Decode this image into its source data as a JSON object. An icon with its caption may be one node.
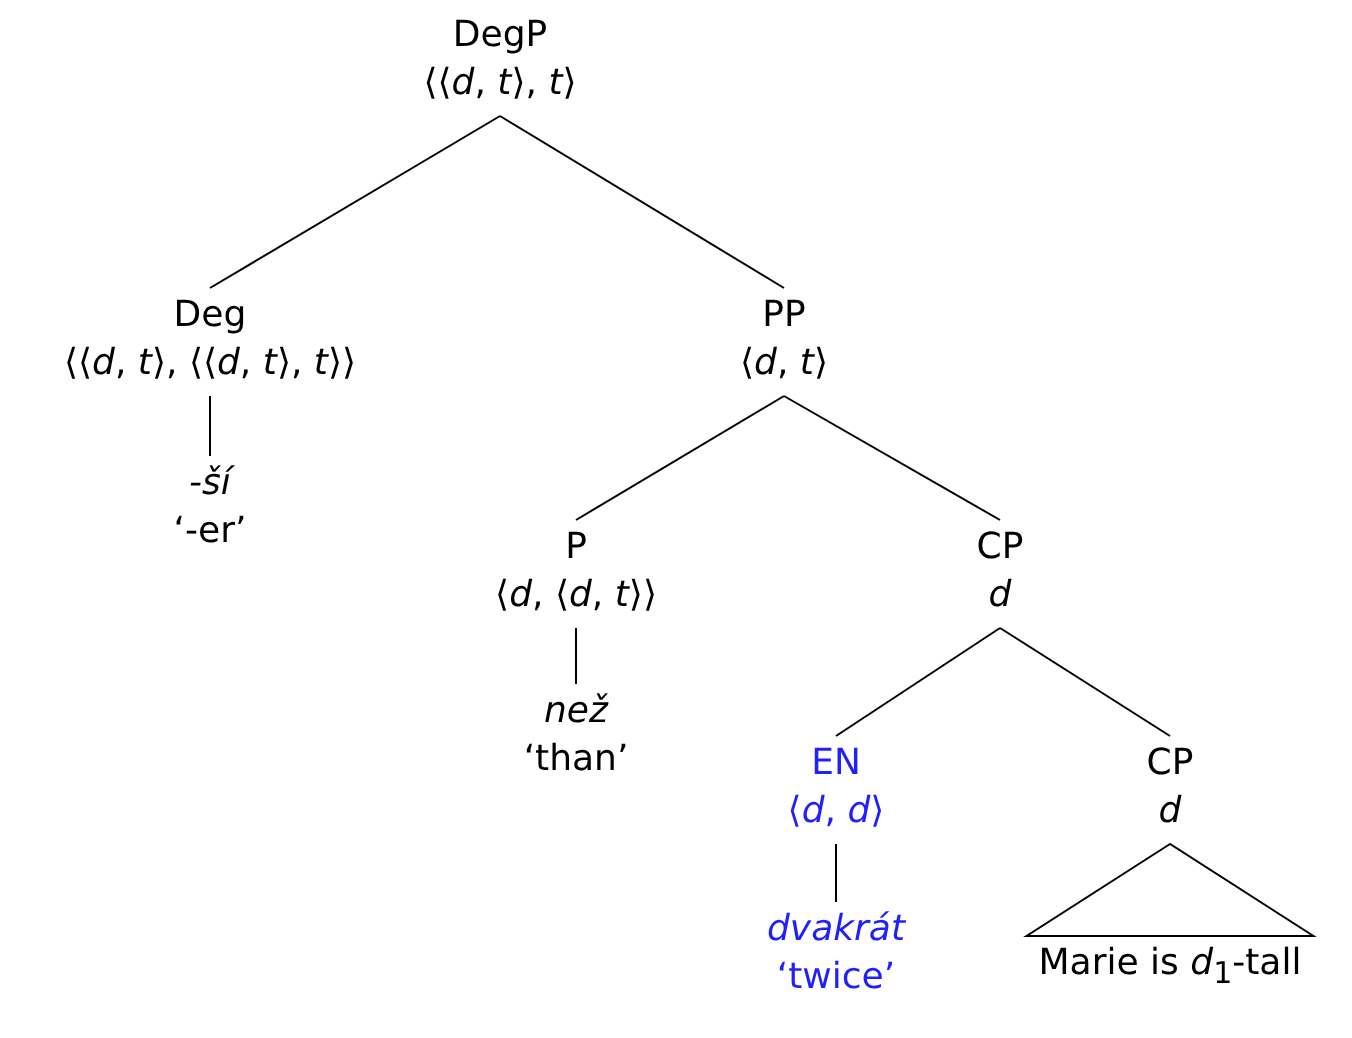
{
  "diagram": {
    "nodes": [
      {
        "text": [
          "DegP",
          "⟨⟨*d*, *t*⟩, *t*⟩"
        ]
      },
      {
        "text": [
          "Deg",
          "⟨⟨*d*, *t*⟩, ⟨⟨*d*, *t*⟩, *t*⟩⟩"
        ]
      },
      {
        "text": [
          "-ší",
          "‘-er’"
        ]
      },
      {
        "text": [
          "PP",
          "⟨*d*, *t*⟩"
        ]
      },
      {
        "text": [
          "P",
          "⟨*d*, ⟨*d*, *t*⟩⟩"
        ]
      },
      {
        "text": [
          "než",
          "‘than’"
        ]
      },
      {
        "text": [
          "CP",
          "*d*"
        ]
      },
      {
        "text": [
          "EN",
          "⟨*d*, *d*⟩"
        ]
      },
      {
        "text": [
          "dvakrát",
          "‘twice’"
        ]
      },
      {
        "text": [
          "CP",
          "*d*"
        ]
      },
      {
        "text": [
          "Marie is *d*$_{1}$-tall"
        ]
      }
    ],
    "edges": [
      {
        "from": 0,
        "to": 1,
        "arrow": "none"
      },
      {
        "from": 0,
        "to": 3,
        "arrow": "none"
      },
      {
        "from": 1,
        "to": 2,
        "arrow": "none"
      },
      {
        "from": 3,
        "to": 4,
        "arrow": "none"
      },
      {
        "from": 3,
        "to": 6,
        "arrow": "none"
      },
      {
        "from": 4,
        "to": 5,
        "arrow": "none"
      },
      {
        "from": 6,
        "to": 7,
        "arrow": "none"
      },
      {
        "from": 6,
        "to": 9,
        "arrow": "none"
      },
      {
        "from": 7,
        "to": 8,
        "arrow": "none"
      },
      {
        "from": 9,
        "to": 10,
        "arrow": "none"
      }
    ]
  }
}
